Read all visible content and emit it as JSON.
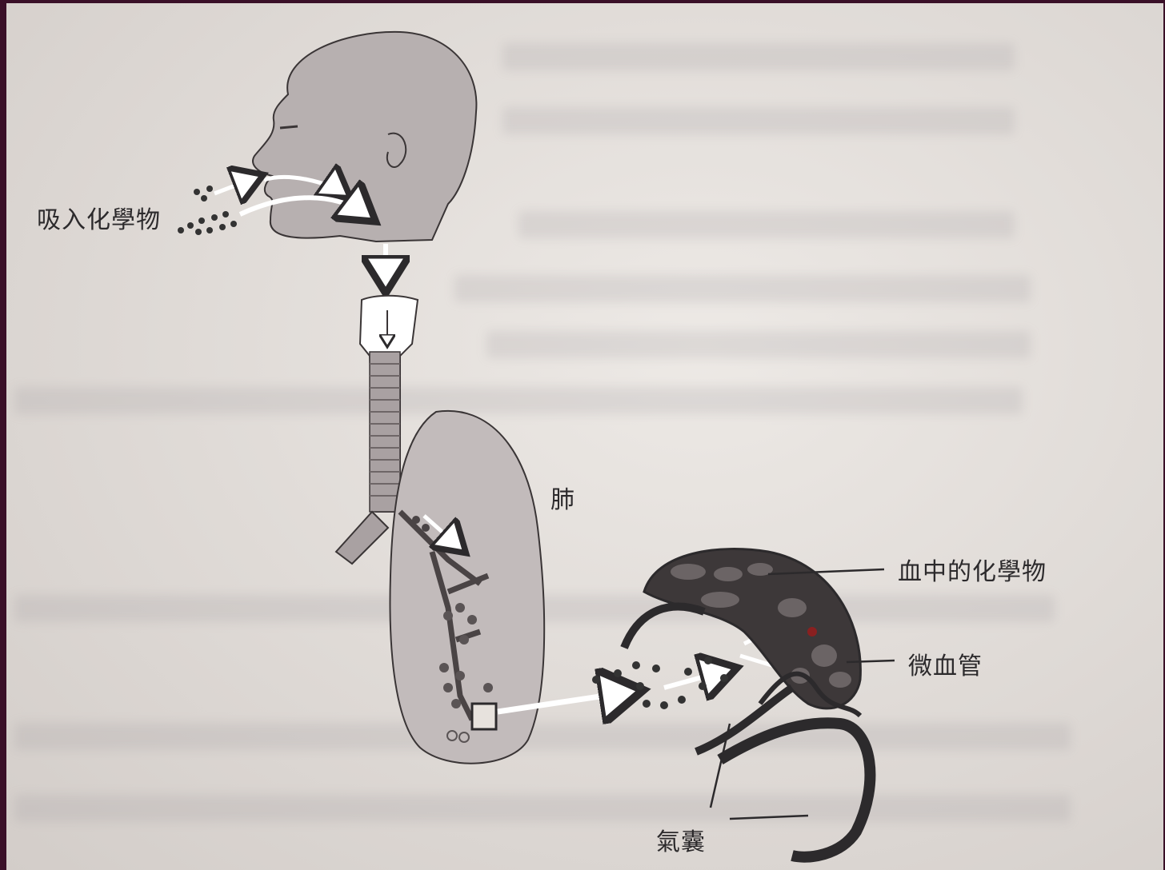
{
  "labels": {
    "inhaled": "吸入化學物",
    "lung": "肺",
    "blood_chemical": "血中的化學物",
    "capillary": "微血管",
    "alveolus": "氣囊"
  },
  "colors": {
    "background_border": "#3a1028",
    "paper": "#e7e2dd",
    "ink": "#2c2a2c",
    "tissue": "#bdb6b6"
  }
}
